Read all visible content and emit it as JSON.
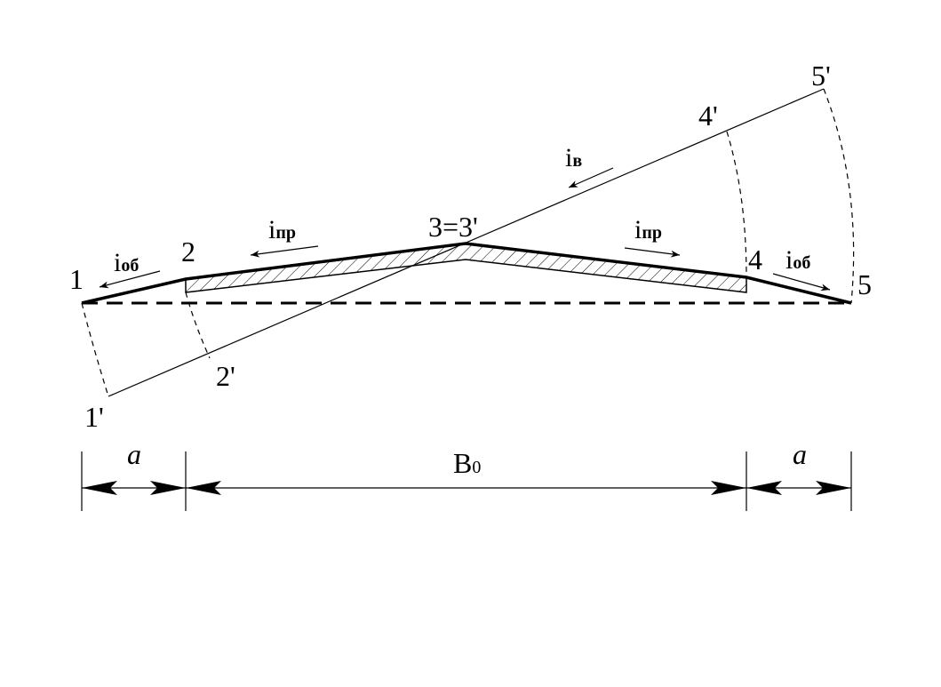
{
  "points": {
    "p1": "1",
    "p2": "2",
    "p3": "3=3'",
    "p4": "4",
    "p5": "5",
    "p1r": "1'",
    "p2r": "2'",
    "p4r": "4'",
    "p5r": "5'"
  },
  "slopes": {
    "i_main": "i",
    "ob_sub": "об",
    "pr_sub": "пр",
    "v_sub": "в"
  },
  "dimensions": {
    "a_left": "a",
    "b_main": "B",
    "b_sub": "0",
    "a_right": "a"
  },
  "colors": {
    "line": "#000000",
    "background": "#ffffff"
  }
}
